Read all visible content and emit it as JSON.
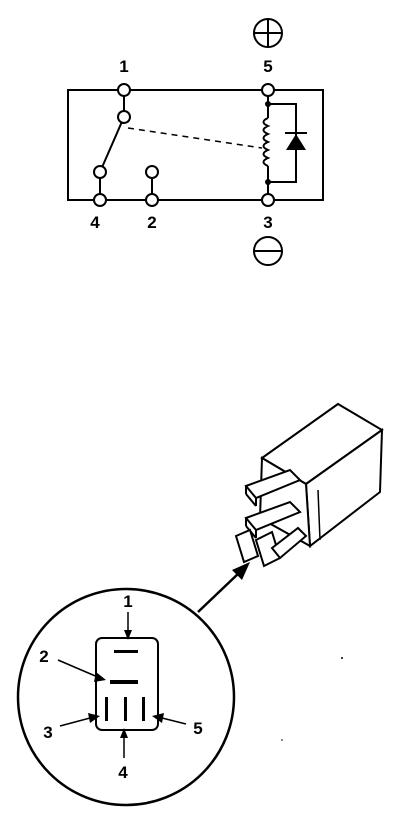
{
  "schematic": {
    "terminals": {
      "t1": "1",
      "t2": "2",
      "t3": "3",
      "t4": "4",
      "t5": "5"
    },
    "polarity_positive_icon": "plus-circle-icon",
    "polarity_negative_icon": "minus-circle-icon"
  },
  "connector": {
    "pins": {
      "p1": "1",
      "p2": "2",
      "p3": "3",
      "p4": "4",
      "p5": "5"
    }
  }
}
